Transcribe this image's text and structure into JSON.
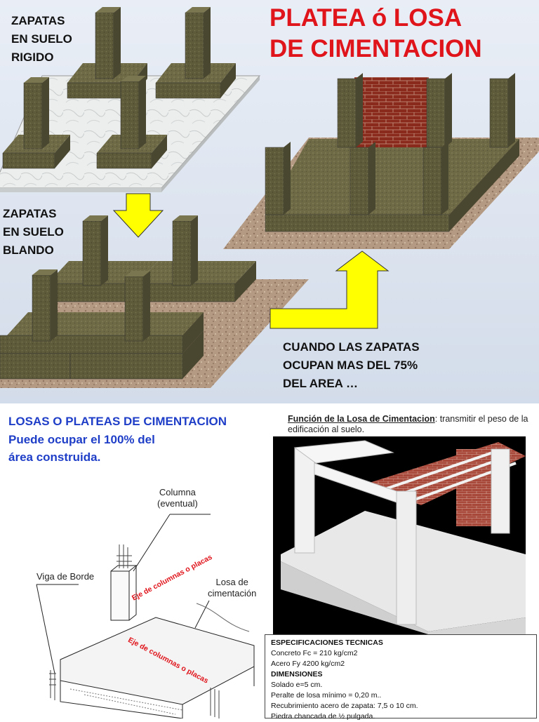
{
  "top": {
    "label_rigid": "ZAPATAS\nEN SUELO\nRIGIDO",
    "label_soft": "ZAPATAS\nEN SUELO\nBLANDO",
    "title": "PLATEA ó LOSA\nDE CIMENTACION",
    "condition": "CUANDO LAS ZAPATAS\nOCUPAN MAS DEL 75%\nDEL AREA …",
    "colors": {
      "title": "#e0141b",
      "arrow": "#ffff00",
      "concrete": "#5f5c3c",
      "brick": "#8a2a1c"
    }
  },
  "bottom": {
    "title": "LOSAS O PLATEAS DE CIMENTACION",
    "subtitle": "Puede ocupar el 100% del\nárea construida.",
    "funcion_label": "Función de la Losa de Cimentacion",
    "funcion_text": ": transmitir el peso de la edificación al suelo.",
    "annotations": {
      "columna": "Columna\n(eventual)",
      "viga": "Viga de Borde",
      "losa": "Losa de\ncimentación",
      "eje1": "Eje de columnas o placas",
      "eje2": "Eje de columnas o placas"
    },
    "spec": {
      "header": "ESPECIFICACIONES TECNICAS",
      "lines": [
        "Concreto Fc = 210 kg/cm2",
        "Acero Fy 4200 kg/cm2"
      ],
      "dim_header": "DIMENSIONES",
      "dims": [
        "Solado e=5 cm.",
        "Peralte de losa mínimo = 0,20 m..",
        "Recubrimiento acero de zapata: 7,5 o 10 cm.",
        "Piedra chancada de ½   pulgada."
      ]
    }
  }
}
